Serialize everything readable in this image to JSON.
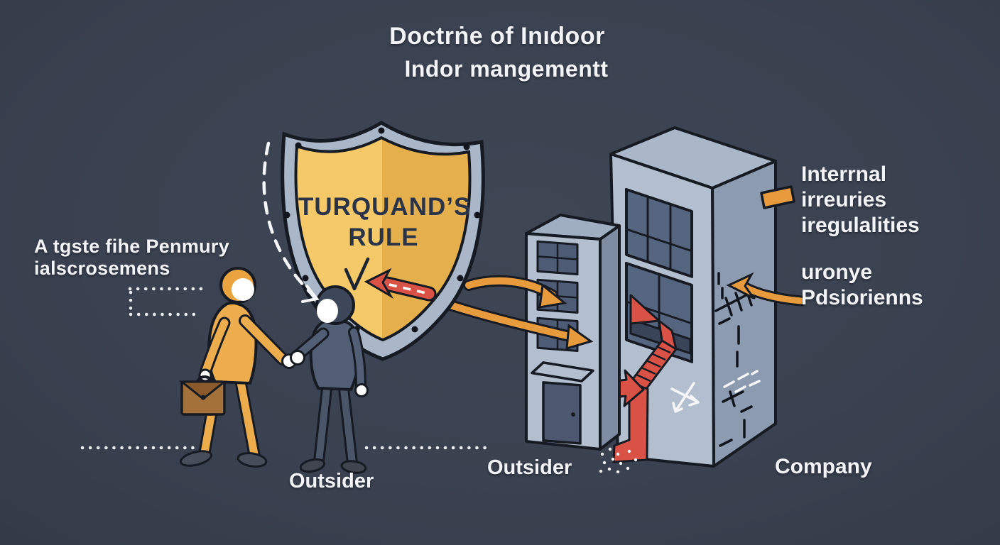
{
  "title": {
    "line1": "Doctrṅe of Inıdoor",
    "line2": "Indor mangementt"
  },
  "shield": {
    "line1": "TURQUAND’S",
    "line2": "RULE"
  },
  "left_note": {
    "line1": "A tgste fihe Penmury",
    "line2": "ialscrosemens"
  },
  "right_note_top": {
    "line1": "Interrnal",
    "line2": "irreuries",
    "line3": "iregulalities"
  },
  "right_note_bottom": {
    "line1": "uronye",
    "line2": "Pdsiorienns"
  },
  "labels": {
    "outsider_left": "Outsider",
    "outsider_right": "Outsider",
    "company": "Company"
  },
  "icons": {
    "shield": "heraldic-shield",
    "handshake": "two-figures-handshake",
    "briefcase": "briefcase",
    "buildings": "isometric-office-buildings",
    "staircase": "red-internal-staircase",
    "arrows": "orange-flow-arrows"
  },
  "colors": {
    "background": "#3A4150",
    "shield_gold_light": "#F5C968",
    "shield_gold_dark": "#E5AF4C",
    "shield_steel": "#A9B7C9",
    "accent_orange": "#E89B3C",
    "accent_red": "#D95245",
    "suit_orange": "#EDAD4C",
    "suit_dark": "#525E74",
    "building_face": "#B3BFCF",
    "building_side": "#8C9BB0",
    "window": "#52617C",
    "text_light": "#F2F4F8",
    "text_dark": "#2B3447"
  }
}
